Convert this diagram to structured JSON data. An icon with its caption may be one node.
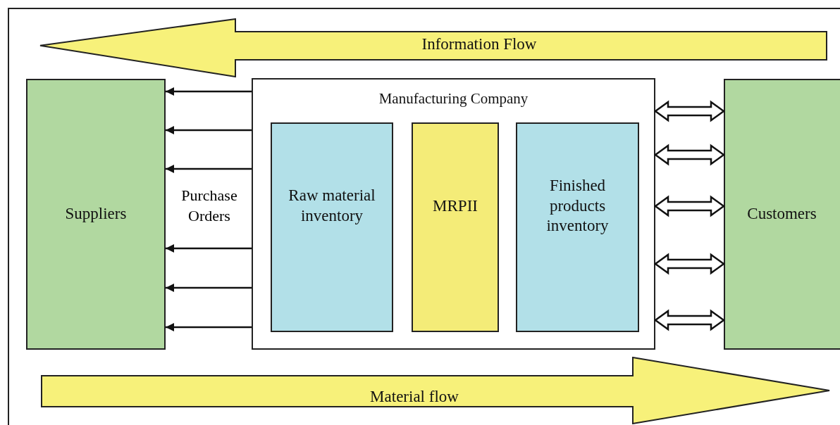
{
  "diagram": {
    "nodes": [
      {
        "text": [
          "Suppliers"
        ]
      },
      {
        "text": [
          "Manufacturing Company"
        ]
      },
      {
        "text": [
          "Raw material inventory"
        ],
        "in": 1
      },
      {
        "text": [
          "MRPII"
        ],
        "in": 1
      },
      {
        "text": [
          "Finished products inventory"
        ],
        "in": 1
      },
      {
        "text": [
          "Customers"
        ]
      },
      {
        "text": [
          "Information Flow"
        ]
      },
      {
        "text": [
          "Material flow"
        ]
      }
    ],
    "edges": [
      {
        "from": 1,
        "to": 0,
        "arrow": "to"
      },
      {
        "from": 1,
        "to": 0,
        "arrow": "to"
      },
      {
        "from": 1,
        "to": 0,
        "arrow": "to"
      },
      {
        "from": 1,
        "to": 0,
        "arrow": "to"
      },
      {
        "from": 1,
        "to": 0,
        "arrow": "to"
      },
      {
        "from": 1,
        "to": 0,
        "arrow": "to"
      },
      {
        "from": 1,
        "to": 5,
        "arrow": "both",
        "style": "thick"
      },
      {
        "from": 1,
        "to": 5,
        "arrow": "both",
        "style": "thick"
      },
      {
        "from": 1,
        "to": 5,
        "arrow": "both",
        "style": "thick"
      },
      {
        "from": 1,
        "to": 5,
        "arrow": "both",
        "style": "thick"
      },
      {
        "from": 1,
        "to": 5,
        "arrow": "both",
        "style": "thick"
      }
    ],
    "labels": [
      "Purchase Orders"
    ]
  }
}
